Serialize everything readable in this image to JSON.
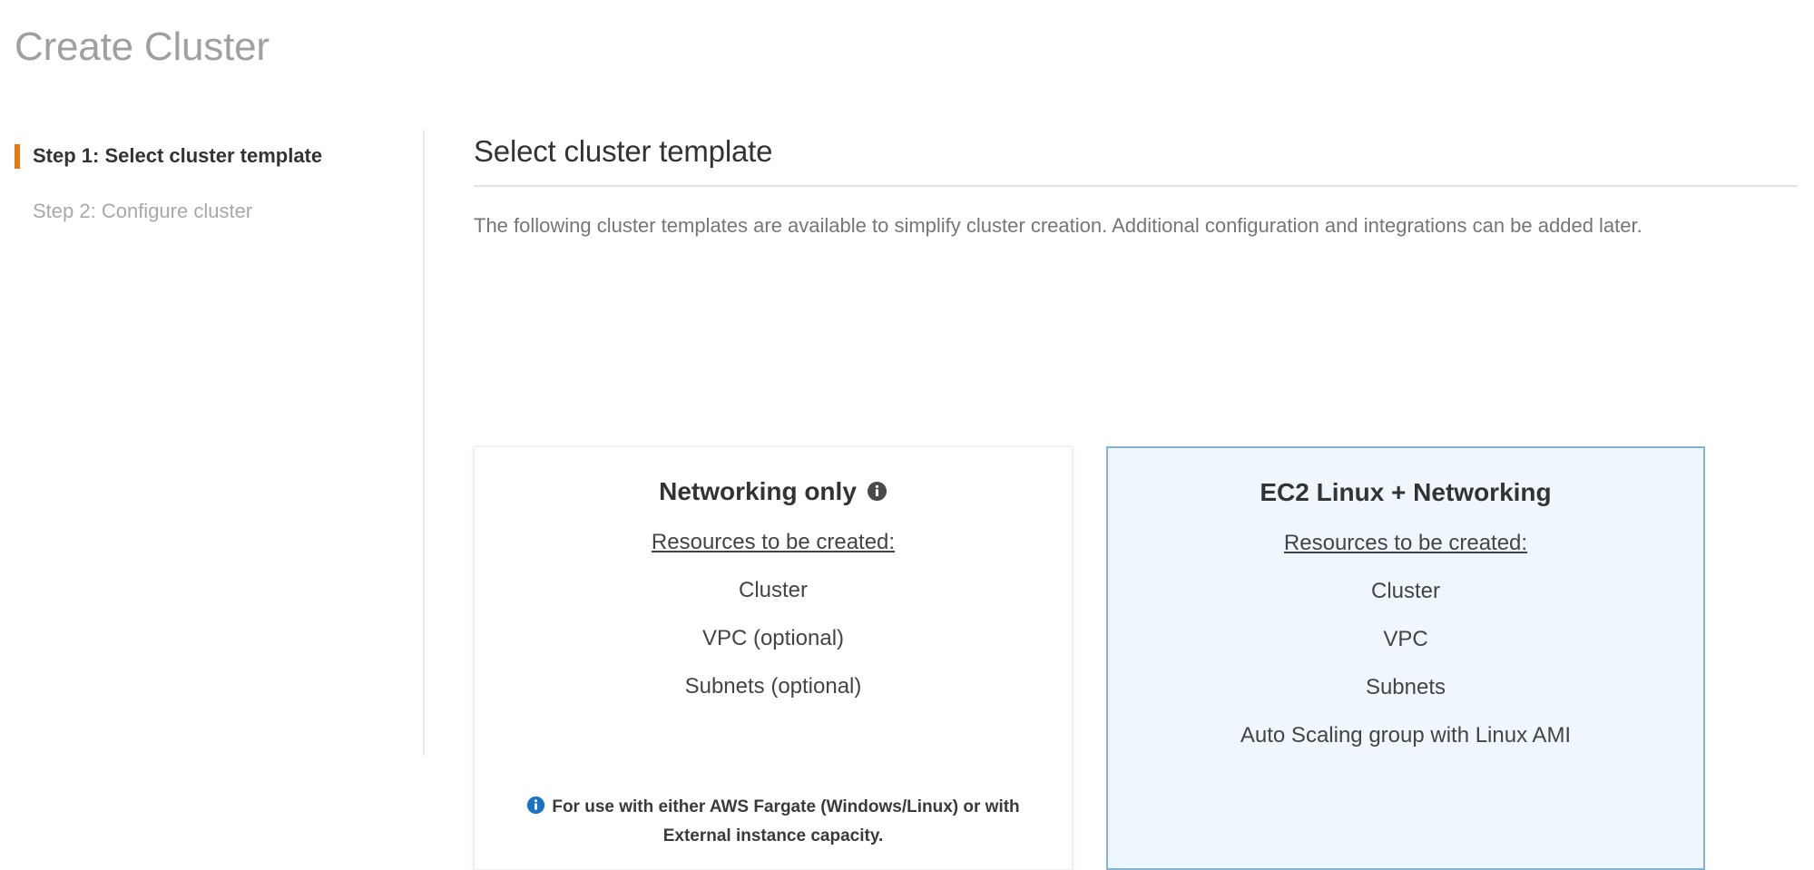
{
  "page": {
    "title": "Create Cluster"
  },
  "sidebar": {
    "steps": [
      {
        "label": "Step 1: Select cluster template",
        "active": true
      },
      {
        "label": "Step 2: Configure cluster",
        "active": false
      }
    ],
    "accent_color": "#e47911"
  },
  "main": {
    "section_title": "Select cluster template",
    "description": "The following cluster templates are available to simplify cluster creation. Additional configuration and integrations can be added later.",
    "resources_label": "Resources to be created:"
  },
  "cards": [
    {
      "title": "Networking only",
      "has_title_info_icon": true,
      "selected": false,
      "resources_label": "Resources to be created:",
      "resources": [
        "Cluster",
        "VPC (optional)",
        "Subnets (optional)"
      ],
      "note": "For use with either AWS Fargate (Windows/Linux) or with External instance capacity.",
      "note_icon_color": "#1a73c4"
    },
    {
      "title": "EC2 Linux + Networking",
      "has_title_info_icon": false,
      "selected": true,
      "resources_label": "Resources to be created:",
      "resources": [
        "Cluster",
        "VPC",
        "Subnets",
        "Auto Scaling group with Linux AMI"
      ],
      "note": "",
      "selected_bg": "#eff6fc",
      "selected_border": "#7eb3dd"
    }
  ],
  "colors": {
    "title_gray": "#a0a0a0",
    "text_dark": "#333333",
    "text_muted": "#767676",
    "orange_accent": "#e47911",
    "blue_info": "#1a73c4",
    "divider": "#e3e3e3"
  }
}
